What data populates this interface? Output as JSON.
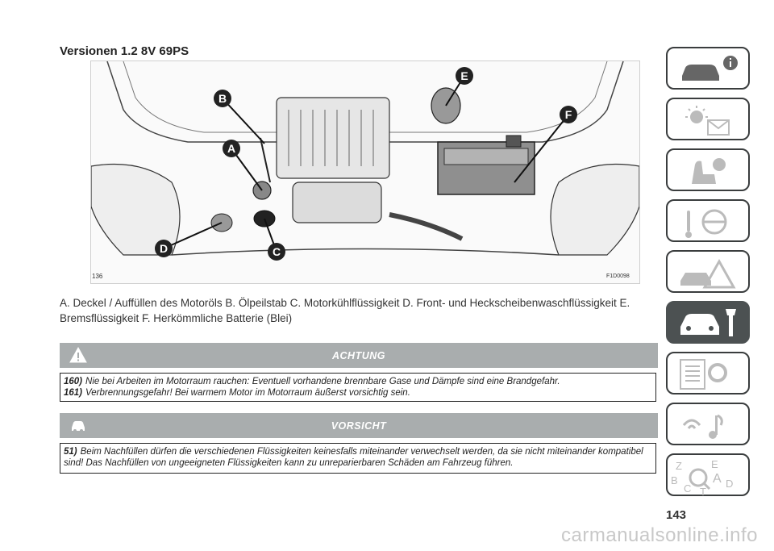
{
  "section_title": "Versionen 1.2 8V 69PS",
  "figure": {
    "number": "136",
    "code": "F1D0098",
    "callouts": [
      {
        "letter": "A"
      },
      {
        "letter": "B"
      },
      {
        "letter": "C"
      },
      {
        "letter": "D"
      },
      {
        "letter": "E"
      },
      {
        "letter": "F"
      }
    ]
  },
  "caption": "A. Deckel / Auffüllen des Motoröls B. Ölpeilstab C. Motorkühlflüssigkeit D. Front- und Heckscheibenwaschflüssigkeit E. Bremsflüssigkeit F. Herkömmliche Batterie (Blei)",
  "warning": {
    "title": "ACHTUNG",
    "notes": [
      {
        "num": "160)",
        "text": "Nie bei Arbeiten im Motorraum rauchen: Eventuell vorhandene brennbare Gase und Dämpfe sind eine Brandgefahr."
      },
      {
        "num": "161)",
        "text": "Verbrennungsgefahr! Bei warmem Motor im Motorraum äußerst vorsichtig sein."
      }
    ]
  },
  "caution": {
    "title": "VORSICHT",
    "notes": [
      {
        "num": "51)",
        "text": "Beim Nachfüllen dürfen die verschiedenen Flüssigkeiten keinesfalls miteinander verwechselt werden, da sie nicht miteinander kompatibel sind! Das Nachfüllen von ungeeigneten Flüssigkeiten kann zu unreparierbaren Schäden am Fahrzeug führen."
      }
    ]
  },
  "side_tabs": [
    {
      "icon": "car-info-icon",
      "active": false
    },
    {
      "icon": "warning-lights-icon",
      "active": false
    },
    {
      "icon": "airbag-seat-icon",
      "active": false
    },
    {
      "icon": "steering-wheel-icon",
      "active": false
    },
    {
      "icon": "emergency-triangle-icon",
      "active": false
    },
    {
      "icon": "car-maintenance-icon",
      "active": true
    },
    {
      "icon": "specifications-icon",
      "active": false
    },
    {
      "icon": "multimedia-icon",
      "active": false
    },
    {
      "icon": "index-icon",
      "active": false
    }
  ],
  "index_tab_letters": [
    "Z",
    "E",
    "B",
    "A",
    "D",
    "C",
    "T"
  ],
  "page_number": "143",
  "watermark": "carmanualsonline.info"
}
